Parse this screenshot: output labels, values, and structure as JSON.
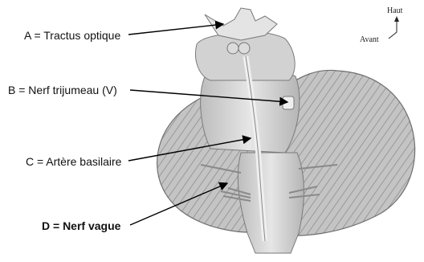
{
  "labels": {
    "a": "A = Tractus optique",
    "b": "B = Nerf trijumeau (V)",
    "c": "C = Artère basilaire",
    "d": "D = Nerf vague"
  },
  "orientation": {
    "up": "Haut",
    "front": "Avant"
  },
  "colors": {
    "anatomy_fill": "#cfcfcf",
    "anatomy_stroke": "#7a7a7a",
    "artery": "#e8e8e8",
    "arrow": "#000000"
  }
}
